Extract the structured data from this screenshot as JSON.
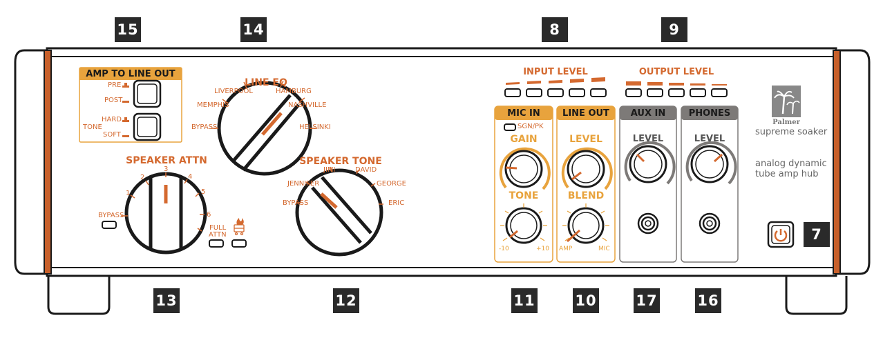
{
  "callouts": [
    "15",
    "14",
    "8",
    "9",
    "7",
    "13",
    "12",
    "11",
    "10",
    "17",
    "16"
  ],
  "colors": {
    "accent": "#d4692f",
    "amber": "#e8a33d",
    "dark": "#1a1a1a",
    "grey": "#7d7a78",
    "wood": "#c8602b"
  },
  "amp_to_line_out": {
    "title": "AMP TO LINE OUT",
    "pre": "PRE",
    "post": "POST",
    "tone": "TONE",
    "hard": "HARD",
    "soft": "SOFT"
  },
  "line_eq": {
    "title": "LINE EQ",
    "positions": [
      "BYPASS",
      "MEMPHIS",
      "LIVERPOOL",
      "HAMBURG",
      "NASHVILLE",
      "HELSINKI"
    ]
  },
  "speaker_attn": {
    "title": "SPEAKER ATTN",
    "bypass": "BYPASS",
    "steps": [
      "1",
      "2",
      "3",
      "4",
      "5",
      "6"
    ],
    "full_attn_line1": "FULL",
    "full_attn_line2": "ATTN"
  },
  "speaker_tone": {
    "title": "SPEAKER TONE",
    "positions": [
      "BYPASS",
      "JENNIFER",
      "JIMI",
      "DAVID",
      "GEORGE",
      "ERIC"
    ]
  },
  "meters": {
    "input_title": "INPUT LEVEL",
    "output_title": "OUTPUT LEVEL"
  },
  "mic_in": {
    "header": "MIC IN",
    "sgn_pk": "SGN/PK",
    "gain": "GAIN",
    "tone": "TONE",
    "min": "-10",
    "max": "+10"
  },
  "line_out": {
    "header": "LINE OUT",
    "level": "LEVEL",
    "blend": "BLEND",
    "amp": "AMP",
    "mic": "MIC"
  },
  "aux_in": {
    "header": "AUX IN",
    "level": "LEVEL"
  },
  "phones": {
    "header": "PHONES",
    "level": "LEVEL"
  },
  "brand": {
    "name": "Palmer",
    "product": "supreme soaker",
    "tagline1": "analog dynamic",
    "tagline2": "tube amp hub"
  }
}
